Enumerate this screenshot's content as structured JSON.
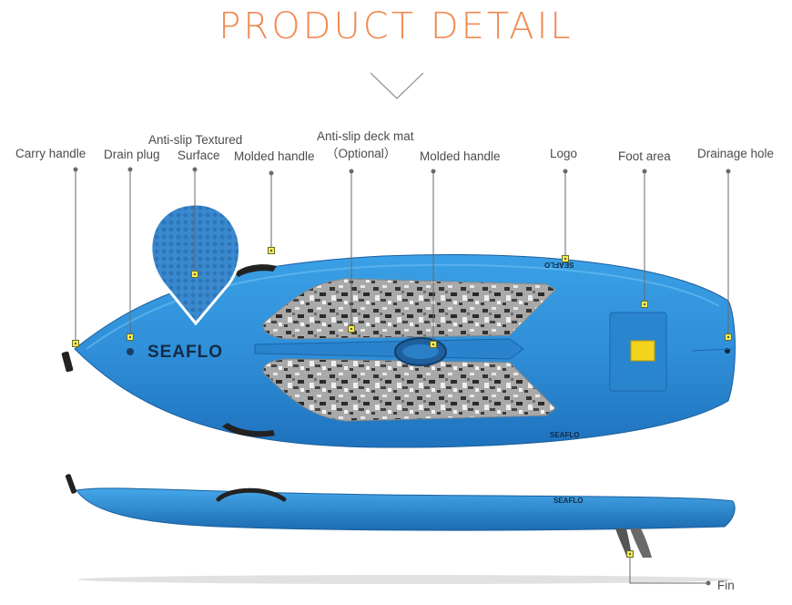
{
  "page": {
    "title": "PRODUCT DETAIL"
  },
  "callouts": {
    "carry_handle": "Carry handle",
    "drain_plug": "Drain plug",
    "anti_slip_surface_line1": "Anti-slip Textured",
    "anti_slip_surface_line2": "Surface",
    "molded_handle_left": "Molded handle",
    "deck_mat_line1": "Anti-slip deck mat",
    "deck_mat_line2": "（Optional）",
    "molded_handle_center": "Molded handle",
    "logo": "Logo",
    "foot_area": "Foot area",
    "drainage_hole": "Drainage hole",
    "fin": "Fin"
  },
  "board": {
    "brand_main": "SEAFLO",
    "brand_small": "SEAFLO",
    "colors": {
      "board": "#2f8fd8",
      "board_dark": "#1f6fb5",
      "accent": "#f08a52",
      "mat": "#b9b9b9",
      "marker": "#f2ea52"
    }
  }
}
